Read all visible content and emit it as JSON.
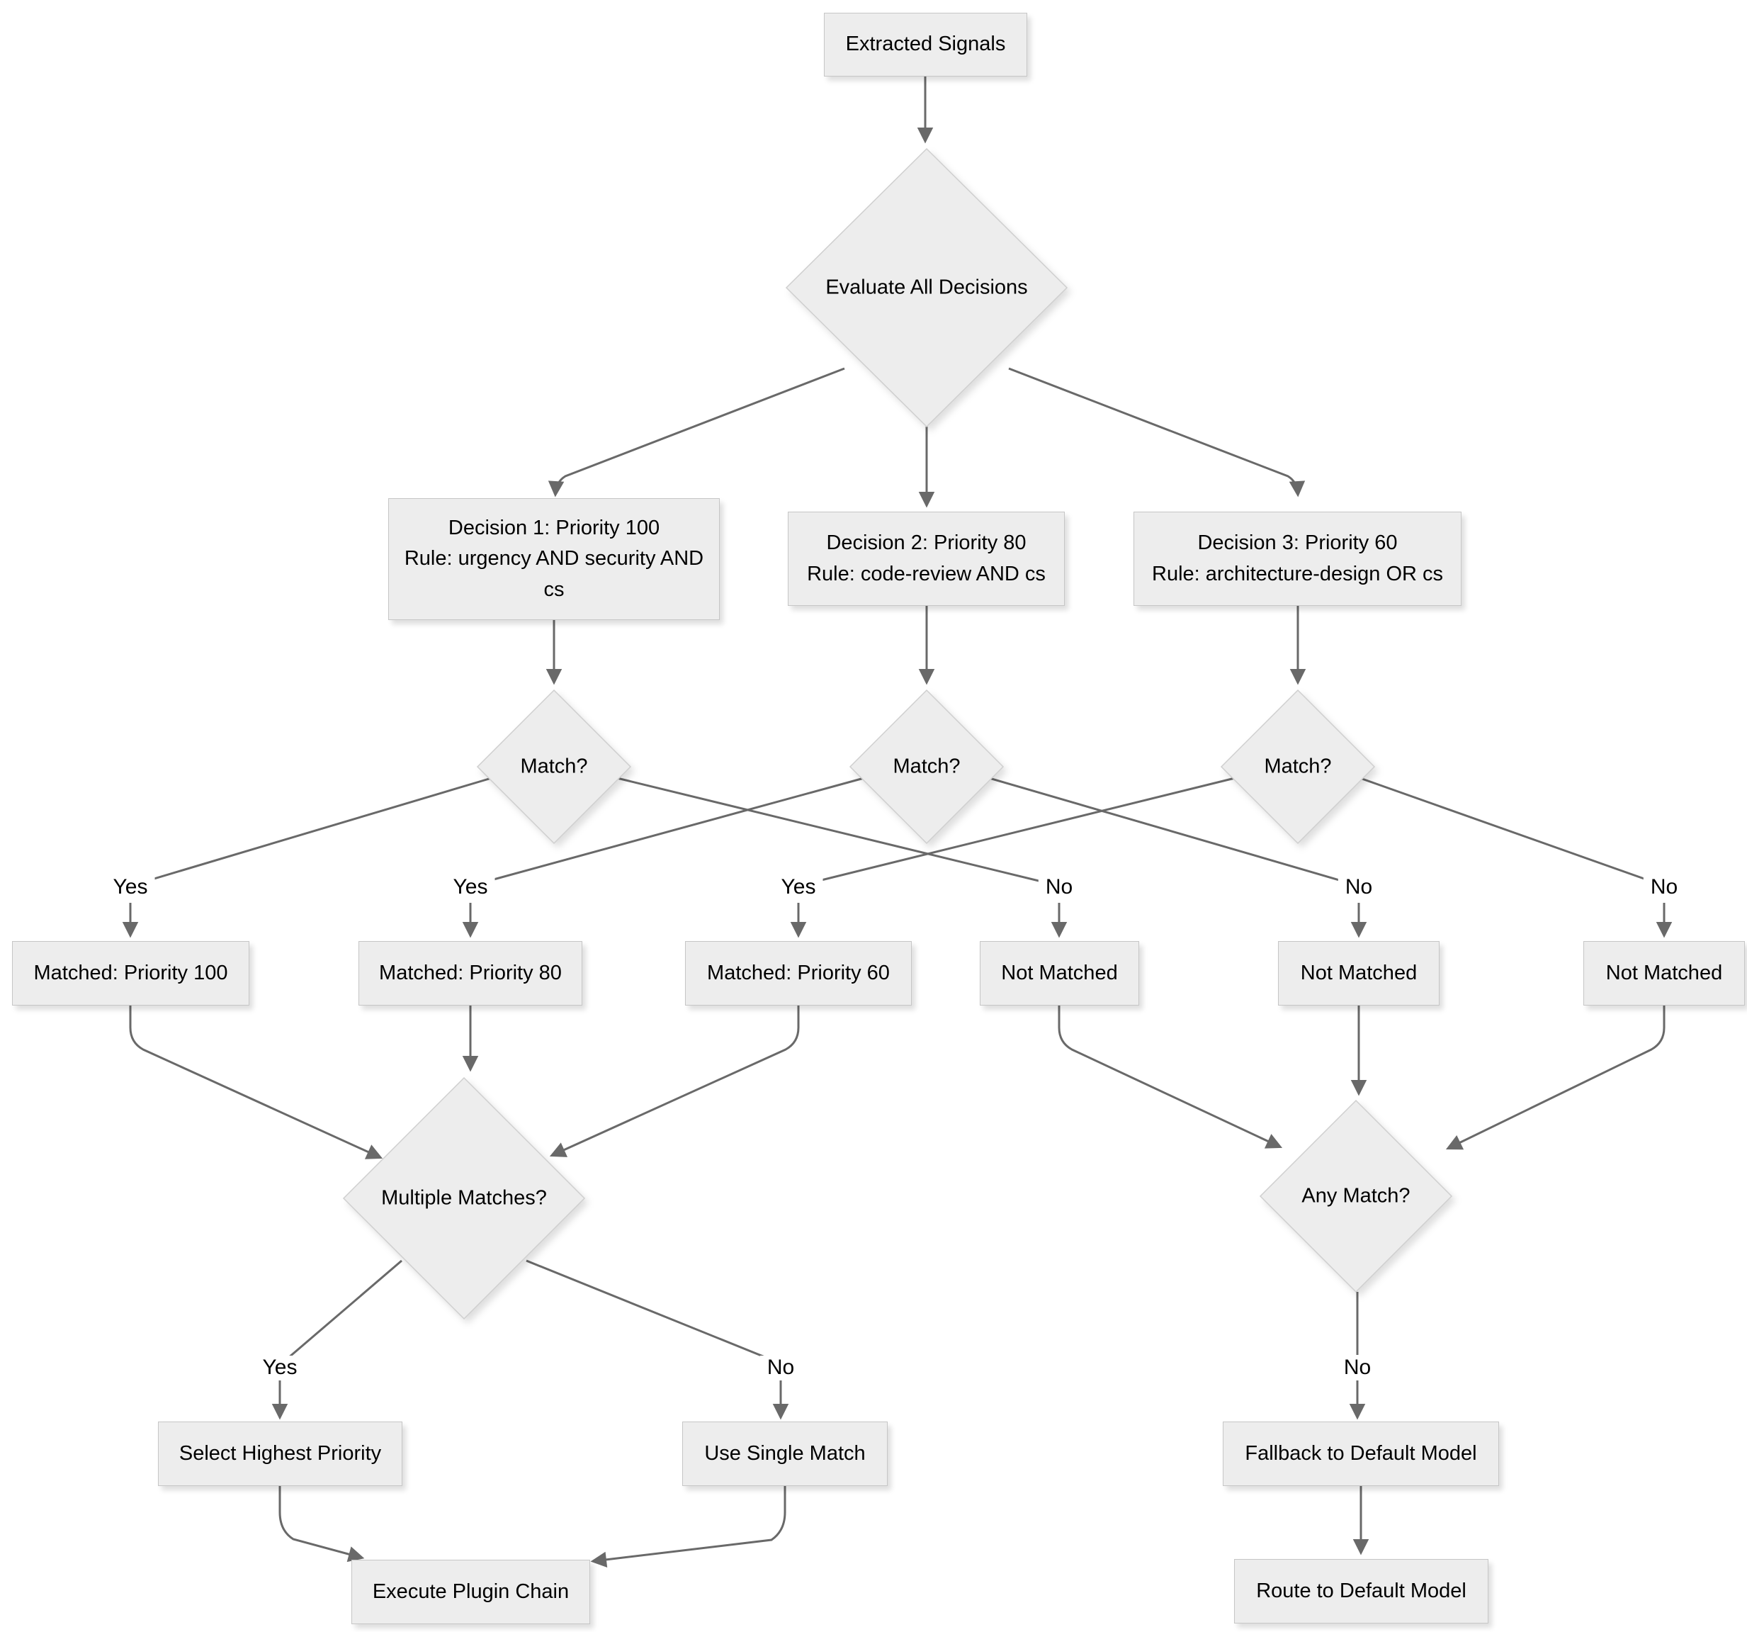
{
  "diagram": {
    "colors": {
      "background": "#ffffff",
      "node_fill": "#ededed",
      "node_border": "#c6c6c6",
      "edge": "#696969",
      "text": "#000000"
    },
    "nodes": {
      "extracted_signals": {
        "label": "Extracted Signals"
      },
      "evaluate_all": {
        "label": "Evaluate All Decisions"
      },
      "decision1": {
        "line1": "Decision 1: Priority 100",
        "line2": "Rule: urgency AND security AND cs"
      },
      "decision2": {
        "line1": "Decision 2: Priority 80",
        "line2": "Rule: code-review AND cs"
      },
      "decision3": {
        "line1": "Decision 3: Priority 60",
        "line2": "Rule: architecture-design OR cs"
      },
      "match1": {
        "label": "Match?"
      },
      "match2": {
        "label": "Match?"
      },
      "match3": {
        "label": "Match?"
      },
      "matched_100": {
        "label": "Matched: Priority 100"
      },
      "matched_80": {
        "label": "Matched: Priority 80"
      },
      "matched_60": {
        "label": "Matched: Priority 60"
      },
      "not_matched_1": {
        "label": "Not Matched"
      },
      "not_matched_2": {
        "label": "Not Matched"
      },
      "not_matched_3": {
        "label": "Not Matched"
      },
      "multiple_matches": {
        "label": "Multiple Matches?"
      },
      "any_match": {
        "label": "Any Match?"
      },
      "select_highest": {
        "label": "Select Highest Priority"
      },
      "use_single_match": {
        "label": "Use Single Match"
      },
      "fallback_default": {
        "label": "Fallback to Default Model"
      },
      "execute_chain": {
        "label": "Execute Plugin Chain"
      },
      "route_default": {
        "label": "Route to Default Model"
      }
    },
    "edge_labels": {
      "d1_yes": "Yes",
      "d2_yes": "Yes",
      "d3_yes": "Yes",
      "d1_no": "No",
      "d2_no": "No",
      "d3_no": "No",
      "multi_yes": "Yes",
      "multi_no": "No",
      "any_no": "No"
    }
  }
}
